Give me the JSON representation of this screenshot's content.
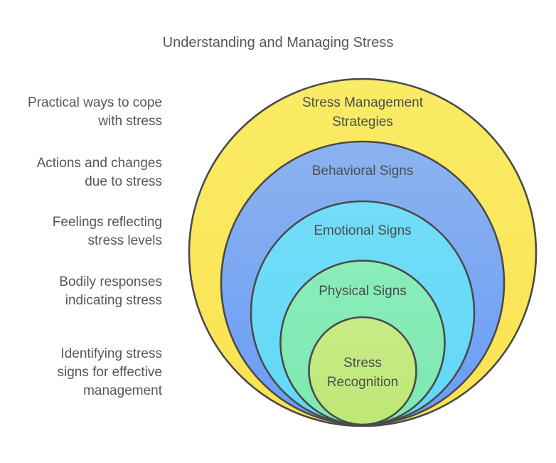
{
  "title": "Understanding and Managing Stress",
  "diagram": {
    "type": "onion-nested-circles",
    "stroke_color": "#4A4A4A",
    "levels": [
      {
        "label": "Stress Management\nStrategies",
        "description": "Practical ways to cope\nwith stress",
        "color_top": "#FAEB66",
        "color_bottom": "#FBE351"
      },
      {
        "label": "Behavioral Signs",
        "description": "Actions and changes\ndue to stress",
        "color_top": "#8CB3EF",
        "color_bottom": "#699CF7"
      },
      {
        "label": "Emotional Signs",
        "description": "Feelings reflecting\nstress levels",
        "color_top": "#72DDF7",
        "color_bottom": "#62D8F9"
      },
      {
        "label": "Physical Signs",
        "description": "Bodily responses\nindicating stress",
        "color_top": "#8AEDBA",
        "color_bottom": "#7DE9B1"
      },
      {
        "label": "Stress\nRecognition",
        "description": "Identifying stress\nsigns for effective\nmanagement",
        "color_top": "#C8EC87",
        "color_bottom": "#BDE776"
      }
    ]
  }
}
